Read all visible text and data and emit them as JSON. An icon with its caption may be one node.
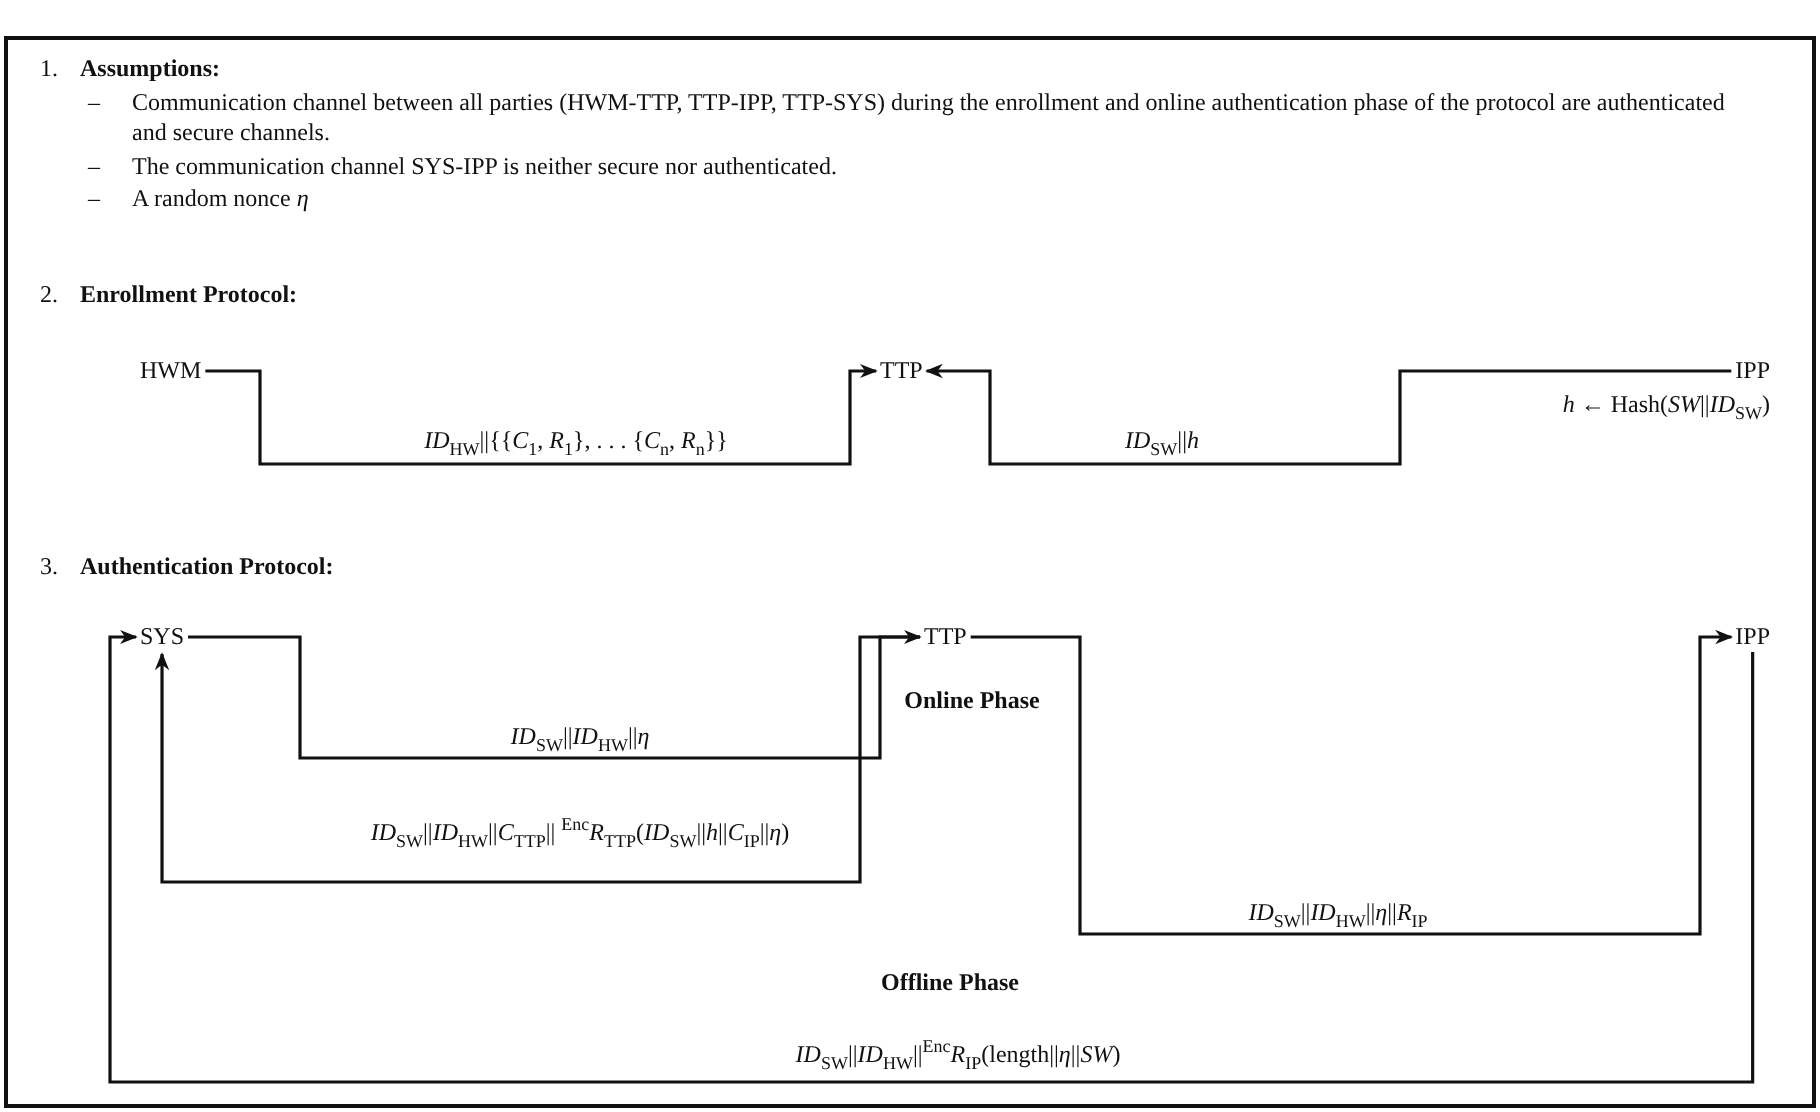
{
  "diagram": {
    "nodes": [
      {
        "text": [
          "HWM"
        ]
      },
      {
        "text": [
          "TTP"
        ]
      },
      {
        "text": [
          "IPP"
        ],
        "beside": [
          "*h* ← Hash(*SW*||*ID*$_{SW}$)"
        ]
      },
      {
        "text": [
          "SYS"
        ]
      },
      {
        "text": [
          "TTP"
        ]
      },
      {
        "text": [
          "IPP"
        ]
      }
    ],
    "edges": [
      {
        "from": 0,
        "to": 1,
        "arrow": "to",
        "label": "*ID*$_{HW}$||{{*C*$_{1}$, *R*$_{1}$}, . . . {*C*$_{n}$, *R*$_{n}$}}"
      },
      {
        "from": 2,
        "to": 1,
        "arrow": "to",
        "label": "*ID*$_{SW}$||*h*"
      },
      {
        "from": 3,
        "to": 4,
        "arrow": "to",
        "label": "*ID*$_{SW}$||*ID*$_{HW}$||*η*"
      },
      {
        "from": 4,
        "to": 3,
        "arrow": "to",
        "label": "*ID*$_{SW}$||*ID*$_{HW}$||*C*$_{TTP}$|| $^{Enc}$*R*$_{TTP}$(*ID*$_{SW}$||*h*||*C*$_{IP}$||*η*)"
      },
      {
        "from": 4,
        "to": 5,
        "arrow": "to",
        "label": "*ID*$_{SW}$||*ID*$_{HW}$||*η*||*R*$_{IP}$"
      },
      {
        "from": 5,
        "to": 3,
        "arrow": "to",
        "label": "*ID*$_{SW}$||*ID*$_{HW}$||$^{Enc}$*R*$_{IP}$(length||*η*||*SW*)"
      }
    ],
    "labels": [
      "1.",
      "Assumptions:",
      "–",
      "Communication channel between all parties (HWM-TTP, TTP-IPP, TTP-SYS) during the enrollment and online authentication phase of the protocol are authenticated and secure channels.",
      "–",
      "The communication channel SYS-IPP is neither secure nor authenticated.",
      "–",
      "A random nonce *η*",
      "2.",
      "Enrollment Protocol:",
      "3.",
      "Authentication Protocol:",
      "Online Phase",
      "Offline Phase"
    ]
  }
}
